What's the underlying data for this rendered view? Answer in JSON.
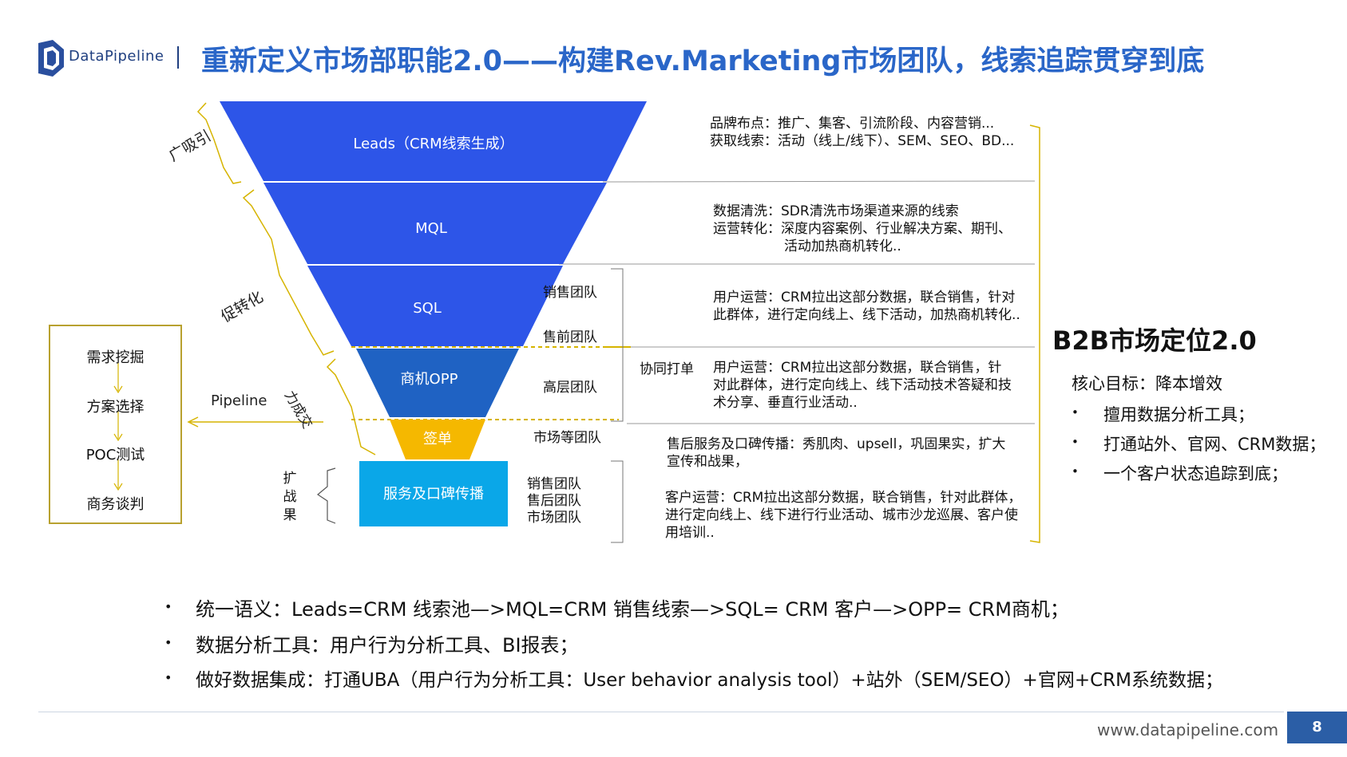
{
  "header": {
    "logo_text": "DataPipeline",
    "title": "重新定义市场部职能2.0——构建Rev.Marketing市场团队，线索追踪贯穿到底"
  },
  "funnel": {
    "layers": [
      {
        "label": "Leads（CRM线索生成）",
        "color": "#2d55e8"
      },
      {
        "label": "MQL",
        "color": "#2d55e8"
      },
      {
        "label": "SQL",
        "color": "#2d55e8"
      },
      {
        "label": "商机OPP",
        "color": "#1f62c3"
      },
      {
        "label": "签单",
        "color": "#f5b800"
      }
    ],
    "service_box": {
      "label": "服务及口碑传播",
      "color": "#0aa7e8"
    }
  },
  "stages": {
    "attract": "广吸引",
    "convert": "促转化",
    "close": "力成交",
    "expand": "扩战果"
  },
  "teams": {
    "sales": "销售团队",
    "presales": "售前团队",
    "senior": "高层团队",
    "market_etc": "市场等团队",
    "collab": "协同打单",
    "service_sales": "销售团队",
    "service_after": "售后团队",
    "service_market": "市场团队"
  },
  "descriptions": {
    "leads": [
      "品牌布点：推广、集客、引流阶段、内容营销...",
      "获取线索：活动（线上/线下）、SEM、SEO、BD..."
    ],
    "mql": [
      "数据清洗：SDR清洗市场渠道来源的线索",
      "运营转化：深度内容案例、行业解决方案、期刊、",
      "活动加热商机转化.."
    ],
    "sql": [
      "用户运营：CRM拉出这部分数据，联合销售，针对",
      "此群体，进行定向线上、线下活动，加热商机转化.."
    ],
    "opp": [
      "用户运营：CRM拉出这部分数据，联合销售，针",
      "对此群体，进行定向线上、线下活动技术答疑和技",
      "术分享、垂直行业活动.."
    ],
    "after_sales": [
      "售后服务及口碑传播：秀肌肉、upsell，巩固果实，扩大",
      "宣传和战果，"
    ],
    "customer_ops": [
      "客户运营：CRM拉出这部分数据，联合销售，针对此群体，",
      "进行定向线上、线下进行行业活动、城市沙龙巡展、客户使",
      "用培训.."
    ]
  },
  "pipeline": {
    "label": "Pipeline",
    "steps": [
      "需求挖掘",
      "方案选择",
      "POC测试",
      "商务谈判"
    ]
  },
  "b2b": {
    "title": "B2B市场定位2.0",
    "core_goal": "核心目标：降本增效",
    "items": [
      "擅用数据分析工具；",
      "打通站外、官网、CRM数据；",
      "一个客户状态追踪到底；"
    ]
  },
  "bottom_points": [
    "统一语义：Leads=CRM 线索池—>MQL=CRM 销售线索—>SQL= CRM 客户—>OPP= CRM商机；",
    "数据分析工具：用户行为分析工具、BI报表；",
    "做好数据集成：打通UBA（用户行为分析工具：User behavior analysis tool）+站外（SEM/SEO）+官网+CRM系统数据；"
  ],
  "footer": {
    "url": "www.datapipeline.com",
    "page": "8"
  }
}
